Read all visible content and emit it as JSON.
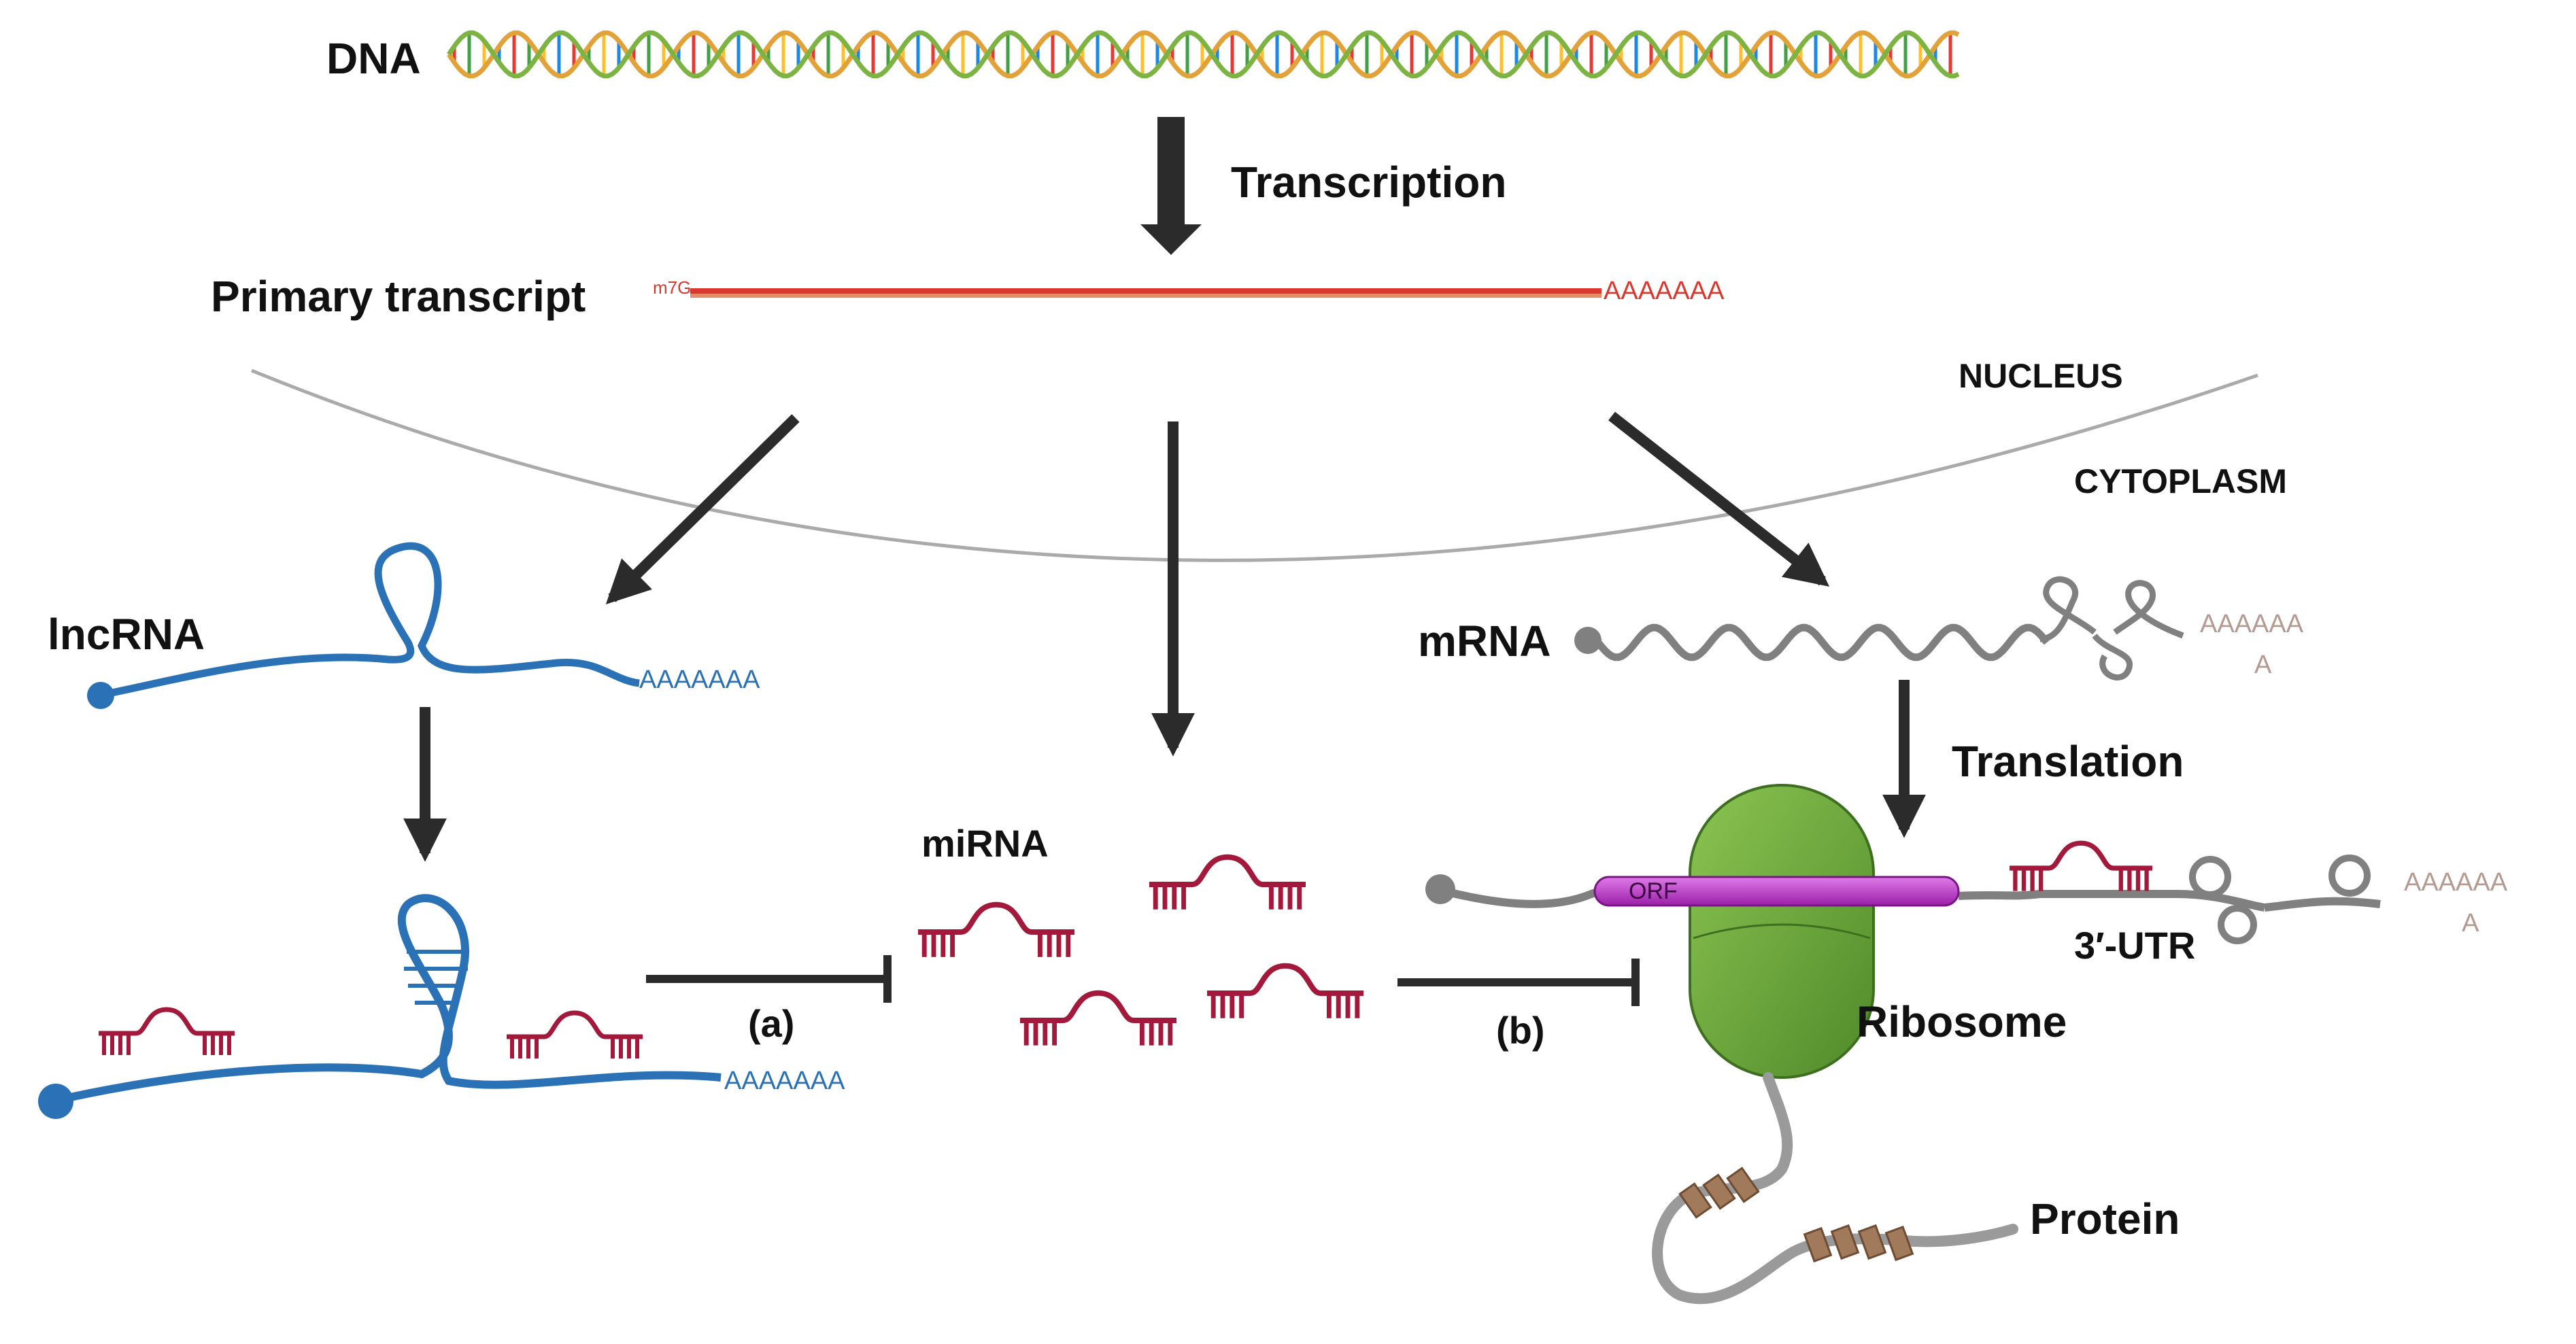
{
  "labels": {
    "dna": "DNA",
    "transcription": "Transcription",
    "primary_transcript": "Primary transcript",
    "cap": "m7G",
    "poly_a_primary": "AAAAAAA",
    "nucleus": "NUCLEUS",
    "cytoplasm": "CYTOPLASM",
    "lncrna": "lncRNA",
    "poly_a_lnc": "AAAAAAA",
    "poly_a_lnc2": "AAAAAAA",
    "mrna": "mRNA",
    "poly_a_mrna": "AAAAAA",
    "poly_a_mrna_2": "A",
    "translation": "Translation",
    "mirna": "miRNA",
    "a": "(a)",
    "b": "(b)",
    "orf": "ORF",
    "utr": "3′-UTR",
    "poly_a_bound": "AAAAAA",
    "poly_a_bound_2": "A",
    "ribosome": "Ribosome",
    "protein": "Protein"
  },
  "colors": {
    "arrow": "#2b2b2b",
    "lncrna": "#2a72b5",
    "mirna": "#a3193c",
    "mrna": "#808080",
    "poly_a_gray": "#b49a90",
    "primary": "#d9382e",
    "ribosome": "#6fa83a",
    "orf": "#b52cc4",
    "membrane": "#aaaaaa"
  }
}
